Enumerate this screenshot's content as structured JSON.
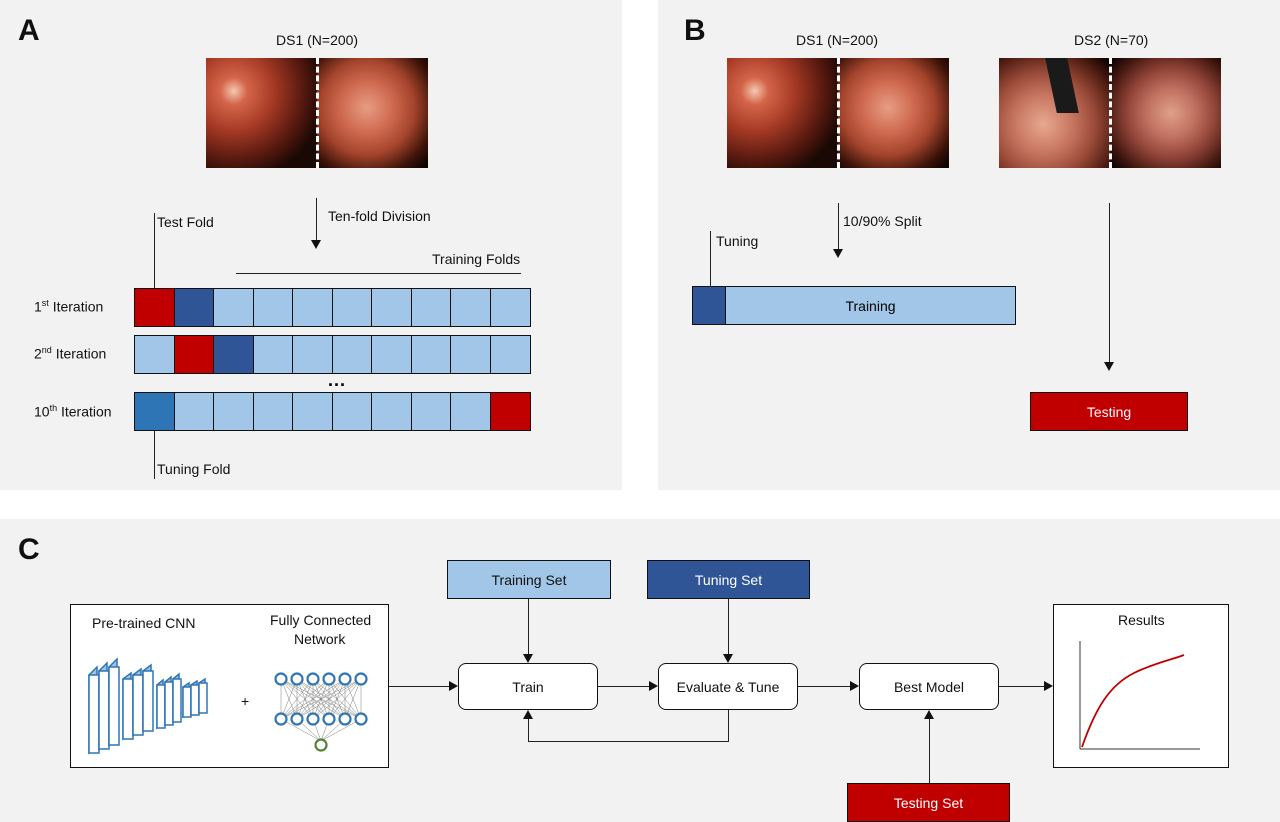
{
  "panel_a": {
    "letter": "A",
    "dataset_title": "DS1 (N=200)",
    "arrow_label": "Ten-fold Division",
    "test_fold_label": "Test Fold",
    "training_folds_label": "Training Folds",
    "tuning_fold_label": "Tuning Fold",
    "dots": "...",
    "iterations": [
      {
        "num": "1",
        "sup": "st",
        "rest": " Iteration",
        "folds": [
          "red",
          "dark",
          "light",
          "light",
          "light",
          "light",
          "light",
          "light",
          "light",
          "light"
        ]
      },
      {
        "num": "2",
        "sup": "nd",
        "rest": " Iteration",
        "folds": [
          "light",
          "red",
          "dark",
          "light",
          "light",
          "light",
          "light",
          "light",
          "light",
          "light"
        ]
      },
      {
        "num": "10",
        "sup": "th",
        "rest": " Iteration",
        "folds": [
          "mid",
          "light",
          "light",
          "light",
          "light",
          "light",
          "light",
          "light",
          "light",
          "red"
        ]
      }
    ]
  },
  "panel_b": {
    "letter": "B",
    "ds1_title": "DS1 (N=200)",
    "ds2_title": "DS2 (N=70)",
    "split_label": "10/90% Split",
    "tuning_label": "Tuning",
    "training_label": "Training",
    "testing_label": "Testing"
  },
  "panel_c": {
    "letter": "C",
    "pretrained_label": "Pre-trained CNN",
    "fc_label_line1": "Fully Connected",
    "fc_label_line2": "Network",
    "plus": "+",
    "training_set": "Training Set",
    "tuning_set": "Tuning Set",
    "testing_set": "Testing Set",
    "train": "Train",
    "evaluate": "Evaluate & Tune",
    "best_model": "Best Model",
    "results": "Results"
  },
  "colors": {
    "light_blue": "#a1c6e7",
    "dark_blue": "#2f5597",
    "mid_blue": "#2e75b6",
    "red": "#c00000",
    "panel_bg": "#f2f2f2",
    "curve": "#c00000"
  }
}
